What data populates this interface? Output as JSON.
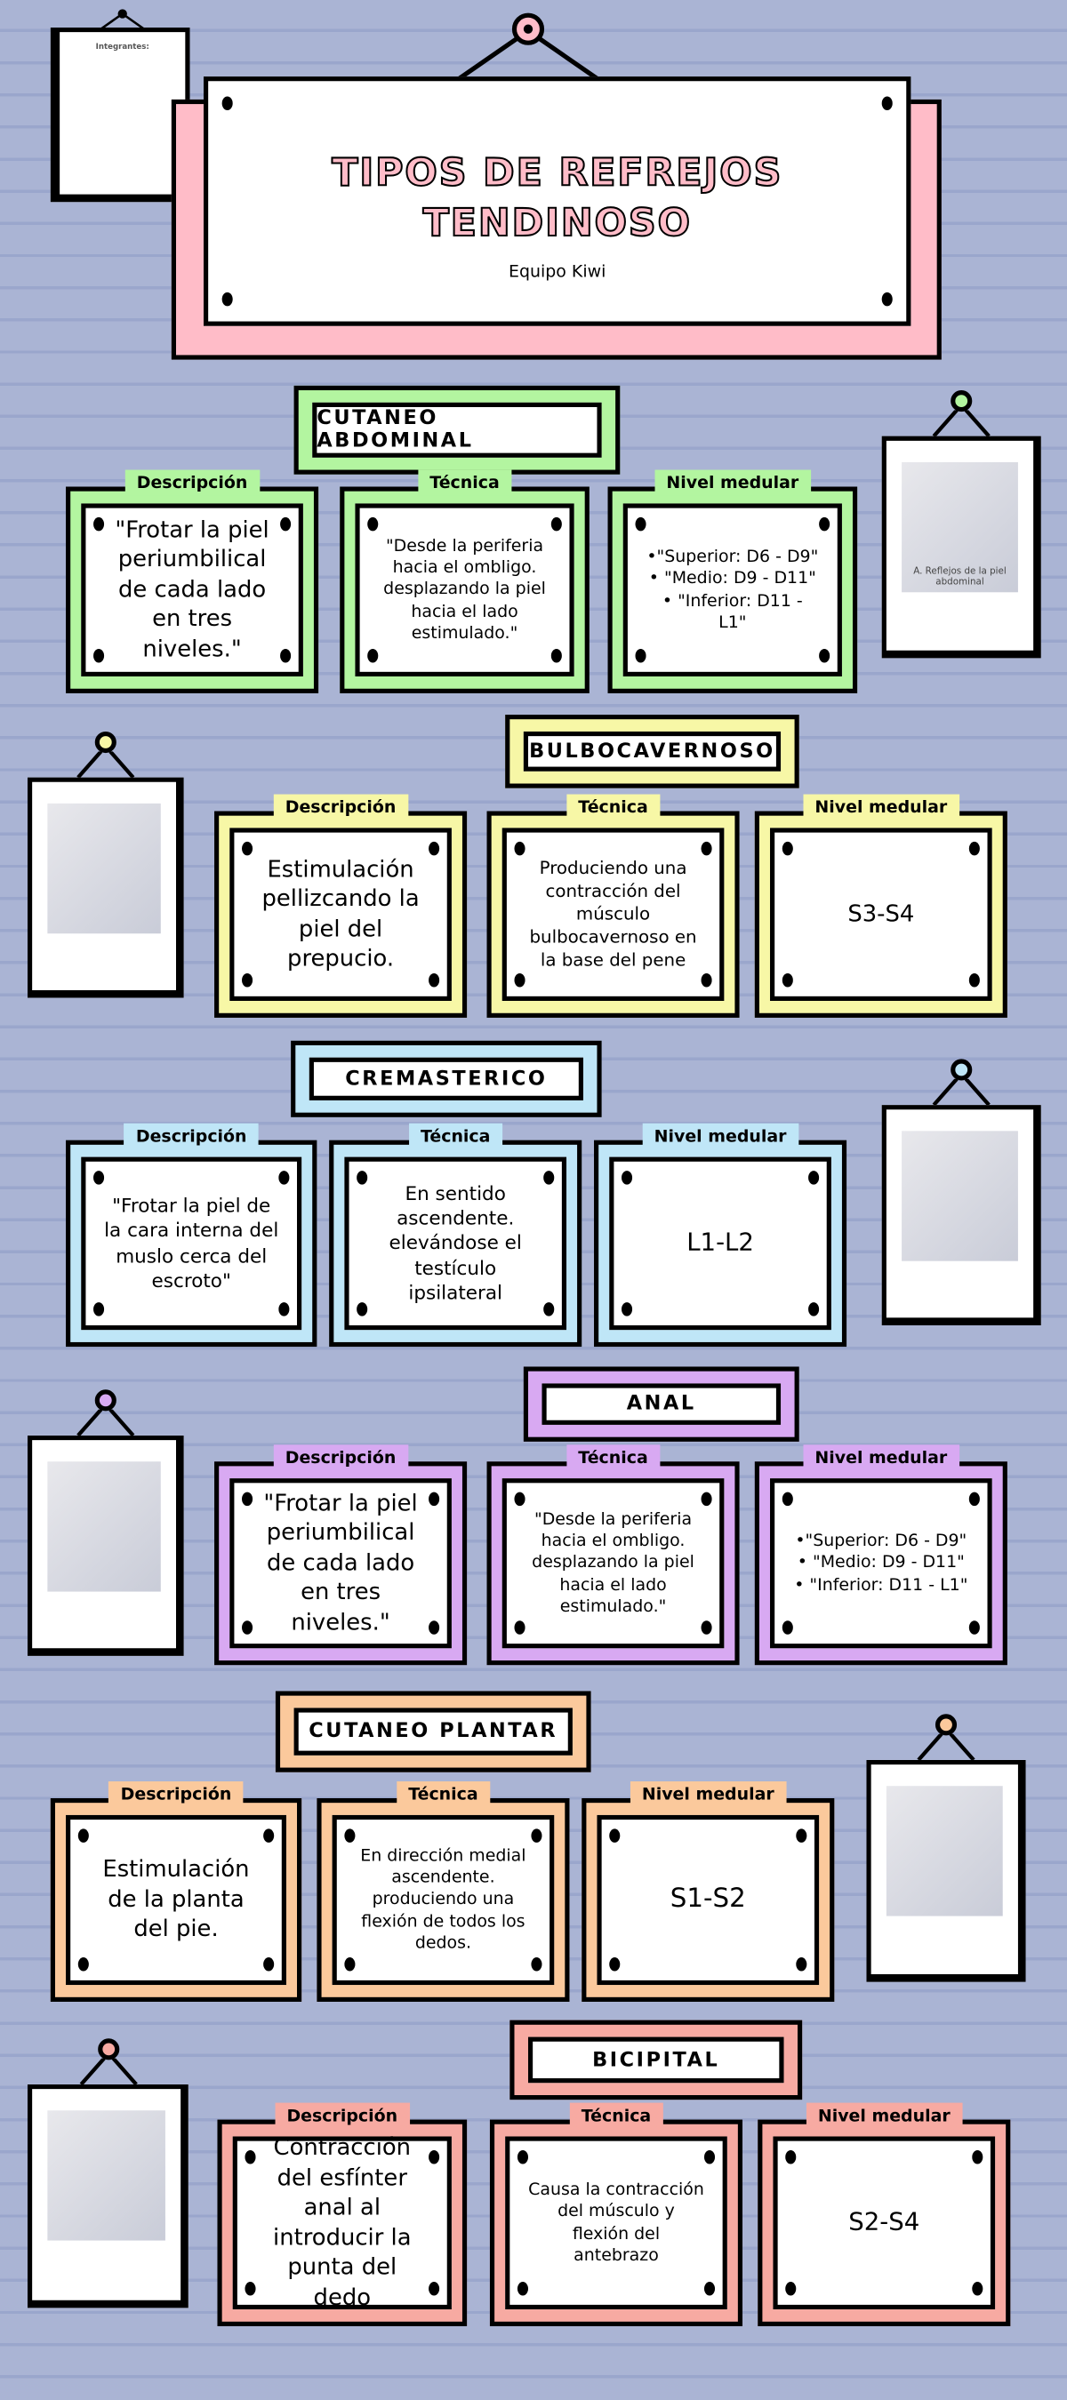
{
  "header": {
    "title_line1": "TIPOS DE REFREJOS",
    "title_line2": "TENDINOSO",
    "subtitle": "Equipo Kiwi",
    "accent": "#ffbcc8"
  },
  "team": {
    "heading": "Integrantes:",
    "members": [
      "",
      "",
      "",
      "",
      "",
      "",
      "",
      "",
      "",
      ""
    ]
  },
  "labels": {
    "descripcion": "Descripción",
    "tecnica": "Técnica",
    "nivel": "Nivel medular"
  },
  "sections": [
    {
      "title": "CUTANEO ABDOMINAL",
      "color": "#b3f5a0",
      "descripcion": "\"Frotar la piel periumbilical de cada lado en tres niveles.\"",
      "tecnica": "\"Desde la periferia hacia el ombligo. desplazando la piel hacia el lado estimulado.\"",
      "nivel": "•\"Superior: D6 - D9\"\n• \"Medio: D9 - D11\"\n• \"Inferior: D11 - L1\"",
      "image_caption": "A. Reflejos de la piel abdominal",
      "image_icon": "abdomen-photo"
    },
    {
      "title": "BULBOCAVERNOSO",
      "color": "#f7f7a6",
      "descripcion": "Estimulación pellizcando la piel del prepucio.",
      "tecnica": "Produciendo una contracción del músculo bulbocavernoso en la base del pene",
      "nivel": "S3-S4",
      "image_caption": "",
      "image_icon": "anatomy-diagram"
    },
    {
      "title": "CREMASTERICO",
      "color": "#bfe6f7",
      "descripcion": "\"Frotar la piel de la cara interna del muslo cerca del escroto\"",
      "tecnica": "En sentido ascendente. elevándose el testículo ipsilateral",
      "nivel": "L1-L2",
      "image_caption": "",
      "image_icon": "cremasteric-photo"
    },
    {
      "title": "ANAL",
      "color": "#d8a9f2",
      "descripcion": "\"Frotar la piel periumbilical de cada lado en tres niveles.\"",
      "tecnica": "\"Desde la periferia hacia el ombligo. desplazando la piel hacia el lado estimulado.\"",
      "nivel": "•\"Superior: D6 - D9\"\n• \"Medio: D9 - D11\"\n• \"Inferior: D11 - L1\"",
      "image_caption": "",
      "image_icon": "anal-diagram"
    },
    {
      "title": "CUTANEO PLANTAR",
      "color": "#fbc99c",
      "descripcion": "Estimulación de la planta del pie.",
      "tecnica": "En dirección medial ascendente. produciendo una flexión de todos los dedos.",
      "nivel": "S1-S2",
      "image_caption": "",
      "image_icon": "foot-photo"
    },
    {
      "title": "BICIPITAL",
      "color": "#f7aaa2",
      "descripcion": "Contracción del esfínter anal al introducir la punta del dedo",
      "tecnica": "Causa la contracción del músculo y flexión del antebrazo",
      "nivel": "S2-S4",
      "image_caption": "",
      "image_icon": "arm-photo"
    }
  ]
}
